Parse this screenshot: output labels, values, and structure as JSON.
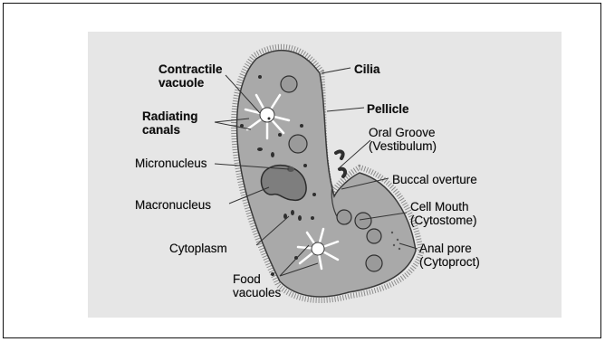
{
  "labels": {
    "contractile_vacuole": "Contractile\nvacuole",
    "radiating_canals": "Radiating\ncanals",
    "micronucleus": "Micronucleus",
    "macronucleus": "Macronucleus",
    "cytoplasm": "Cytoplasm",
    "food_vacuoles": "Food\nvacuoles",
    "cilia": "Cilia",
    "pellicle": "Pellicle",
    "oral_groove": "Oral Groove\n(Vestibulum)",
    "buccal_overture": "Buccal overture",
    "cell_mouth": "Cell Mouth\n(Cytostome)",
    "anal_pore": "Anal pore\n(Cytoproct)"
  },
  "colors": {
    "background": "#ffffff",
    "photo_bg": "#e6e6e6",
    "cell_fill": "#a9a9a9",
    "outline": "#3a3a3a",
    "text": "#111111"
  }
}
